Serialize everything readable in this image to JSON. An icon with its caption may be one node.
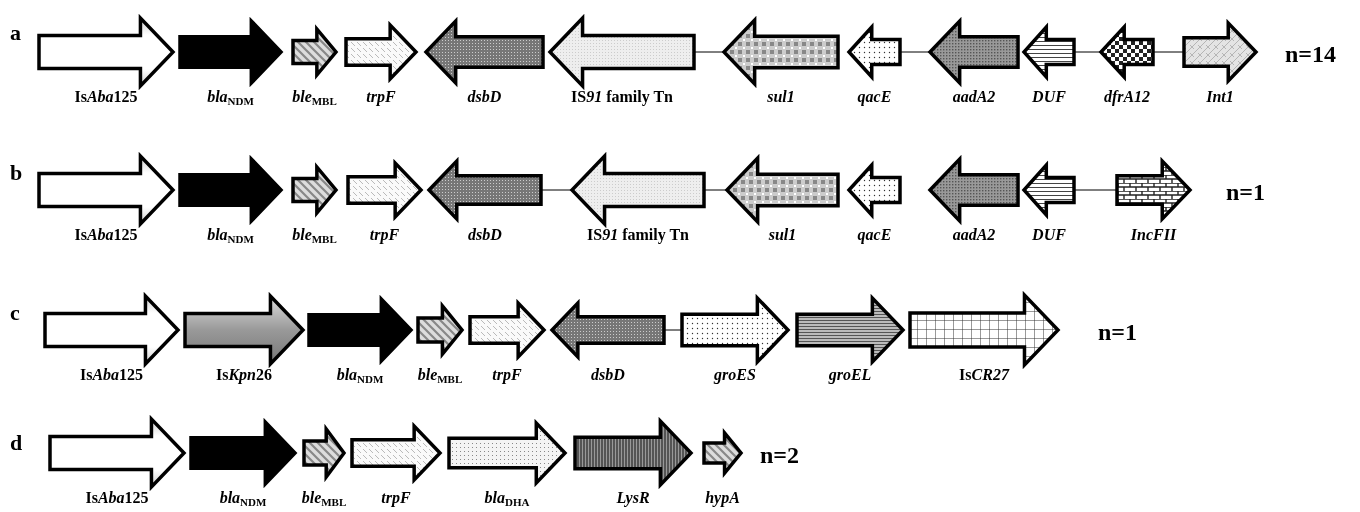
{
  "diagram": {
    "nodes": [
      {
        "text": [
          "IsAba125"
        ]
      },
      {
        "text": [
          "*bla*$_{NDM}$"
        ]
      },
      {
        "text": [
          "*ble*$_{MBL}$"
        ]
      },
      {
        "text": [
          "trpF"
        ]
      },
      {
        "text": [
          "dsbD"
        ]
      },
      {
        "text": [
          "IS91 family Tn"
        ]
      },
      {
        "text": [
          "sul1"
        ]
      },
      {
        "text": [
          "qacE"
        ]
      },
      {
        "text": [
          "aadA2"
        ]
      },
      {
        "text": [
          "DUF"
        ]
      },
      {
        "text": [
          "dfrA12"
        ]
      },
      {
        "text": [
          "Int1"
        ]
      },
      {
        "text": [
          "IsAba125"
        ]
      },
      {
        "text": [
          "*bla*$_{NDM}$"
        ]
      },
      {
        "text": [
          "*ble*$_{MBL}$"
        ]
      },
      {
        "text": [
          "trpF"
        ]
      },
      {
        "text": [
          "dsbD"
        ]
      },
      {
        "text": [
          "IS91 family Tn"
        ]
      },
      {
        "text": [
          "sul1"
        ]
      },
      {
        "text": [
          "qacE"
        ]
      },
      {
        "text": [
          "aadA2"
        ]
      },
      {
        "text": [
          "DUF"
        ]
      },
      {
        "text": [
          "IncFII"
        ]
      },
      {
        "text": [
          "IsAba125"
        ]
      },
      {
        "text": [
          "IsKpn26"
        ]
      },
      {
        "text": [
          "*bla*$_{NDM}$"
        ]
      },
      {
        "text": [
          "*ble*$_{MBL}$"
        ]
      },
      {
        "text": [
          "trpF"
        ]
      },
      {
        "text": [
          "dsbD"
        ]
      },
      {
        "text": [
          "groES"
        ]
      },
      {
        "text": [
          "groEL"
        ]
      },
      {
        "text": [
          "IsCR27"
        ]
      },
      {
        "text": [
          "IsAba125"
        ]
      },
      {
        "text": [
          "*bla*$_{NDM}$"
        ]
      },
      {
        "text": [
          "*ble*$_{MBL}$"
        ]
      },
      {
        "text": [
          "trpF"
        ]
      },
      {
        "text": [
          "*bla*$_{DHA}$"
        ]
      },
      {
        "text": [
          "LysR"
        ]
      },
      {
        "text": [
          "hypA"
        ]
      }
    ],
    "edges": [
      {
        "from": 5,
        "to": 6,
        "arrow": "none"
      },
      {
        "from": 7,
        "to": 8,
        "arrow": "none"
      },
      {
        "from": 9,
        "to": 10,
        "arrow": "none"
      },
      {
        "from": 10,
        "to": 11,
        "arrow": "none"
      },
      {
        "from": 16,
        "to": 17,
        "arrow": "none"
      },
      {
        "from": 17,
        "to": 18,
        "arrow": "none"
      },
      {
        "from": 21,
        "to": 22,
        "arrow": "none"
      },
      {
        "from": 28,
        "to": 29,
        "arrow": "none"
      }
    ],
    "labels": [
      "a",
      "n=14",
      "b",
      "n=1",
      "c",
      "n=1",
      "d",
      "n=2"
    ]
  }
}
